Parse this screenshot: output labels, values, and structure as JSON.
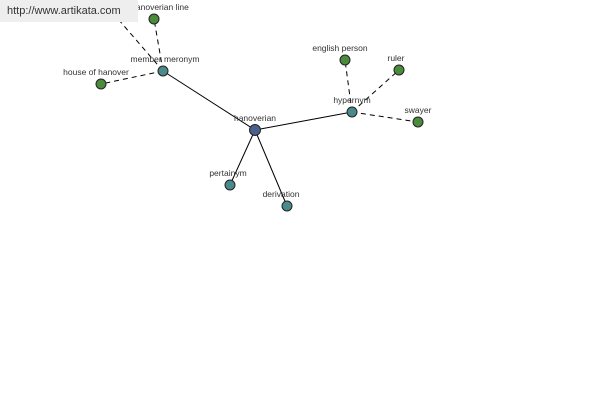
{
  "watermark": {
    "text": "http://www.artikata.com"
  },
  "graph": {
    "colors": {
      "center": "#4a5f8e",
      "relation": "#4a8a8a",
      "leaf": "#4a8c3c",
      "stroke": "#222222",
      "edge": "#000000"
    },
    "nodes": [
      {
        "id": "hanoverian",
        "label": "hanoverian",
        "kind": "center"
      },
      {
        "id": "member-meronym",
        "label": "member meronym",
        "kind": "relation"
      },
      {
        "id": "hypernym",
        "label": "hypernym",
        "kind": "relation"
      },
      {
        "id": "pertainym",
        "label": "pertainym",
        "kind": "relation"
      },
      {
        "id": "derivation",
        "label": "derivation",
        "kind": "relation"
      },
      {
        "id": "hanoverian-line",
        "label": "hanoverian line",
        "kind": "leaf"
      },
      {
        "id": "house-of-hanover",
        "label": "house of hanover",
        "kind": "leaf"
      },
      {
        "id": "english-person",
        "label": "english person",
        "kind": "leaf"
      },
      {
        "id": "ruler",
        "label": "ruler",
        "kind": "leaf"
      },
      {
        "id": "swayer",
        "label": "swayer",
        "kind": "leaf"
      },
      {
        "id": "offscreen-node",
        "label": "",
        "kind": "leaf"
      }
    ],
    "edges": [
      {
        "from": "hanoverian",
        "to": "member-meronym",
        "style": "solid"
      },
      {
        "from": "hanoverian",
        "to": "hypernym",
        "style": "solid"
      },
      {
        "from": "hanoverian",
        "to": "pertainym",
        "style": "solid"
      },
      {
        "from": "hanoverian",
        "to": "derivation",
        "style": "solid"
      },
      {
        "from": "member-meronym",
        "to": "hanoverian-line",
        "style": "dashed"
      },
      {
        "from": "member-meronym",
        "to": "house-of-hanover",
        "style": "dashed"
      },
      {
        "from": "member-meronym",
        "to": "offscreen-node",
        "style": "dashed"
      },
      {
        "from": "hypernym",
        "to": "english-person",
        "style": "dashed"
      },
      {
        "from": "hypernym",
        "to": "ruler",
        "style": "dashed"
      },
      {
        "from": "hypernym",
        "to": "swayer",
        "style": "dashed"
      }
    ]
  }
}
